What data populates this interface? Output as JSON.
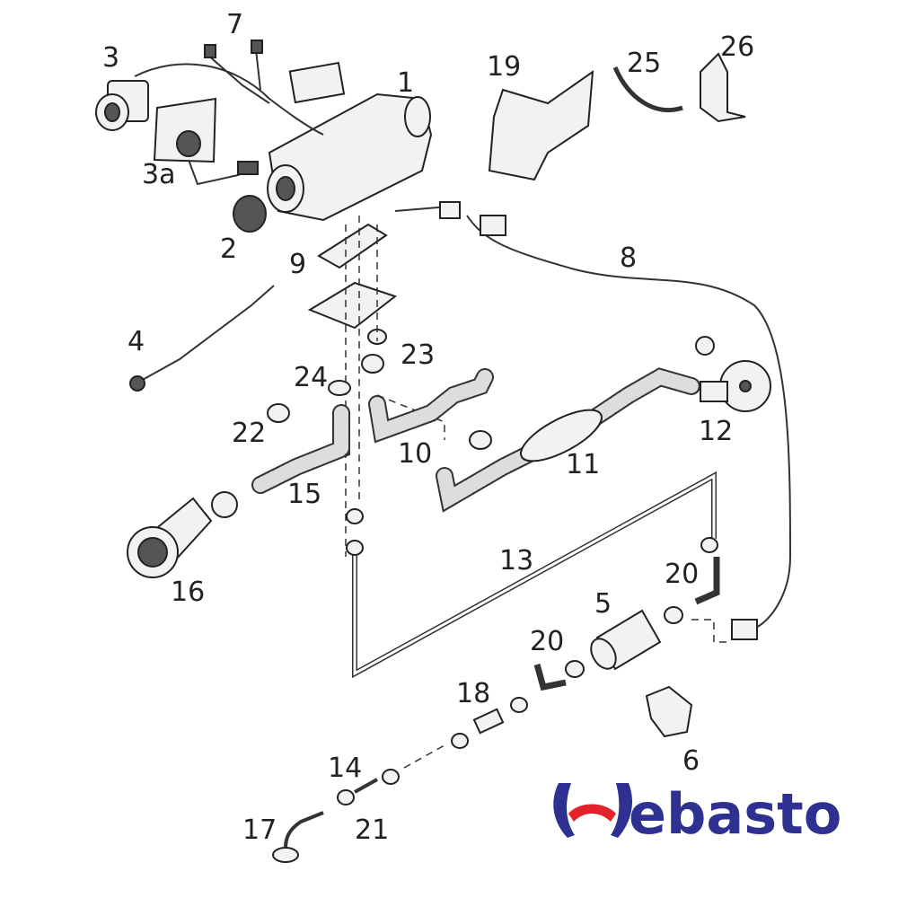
{
  "diagram": {
    "labels": [
      "1",
      "3",
      "7",
      "3a",
      "2",
      "9",
      "19",
      "25",
      "26",
      "8",
      "4",
      "23",
      "24",
      "22",
      "10",
      "11",
      "12",
      "15",
      "16",
      "13",
      "20",
      "5",
      "20",
      "18",
      "6",
      "14",
      "17",
      "21"
    ],
    "logo": {
      "text": "Webasto",
      "word_rest": "ebasto",
      "primary_color": "#2e3192",
      "accent_color": "#e4222a"
    }
  }
}
